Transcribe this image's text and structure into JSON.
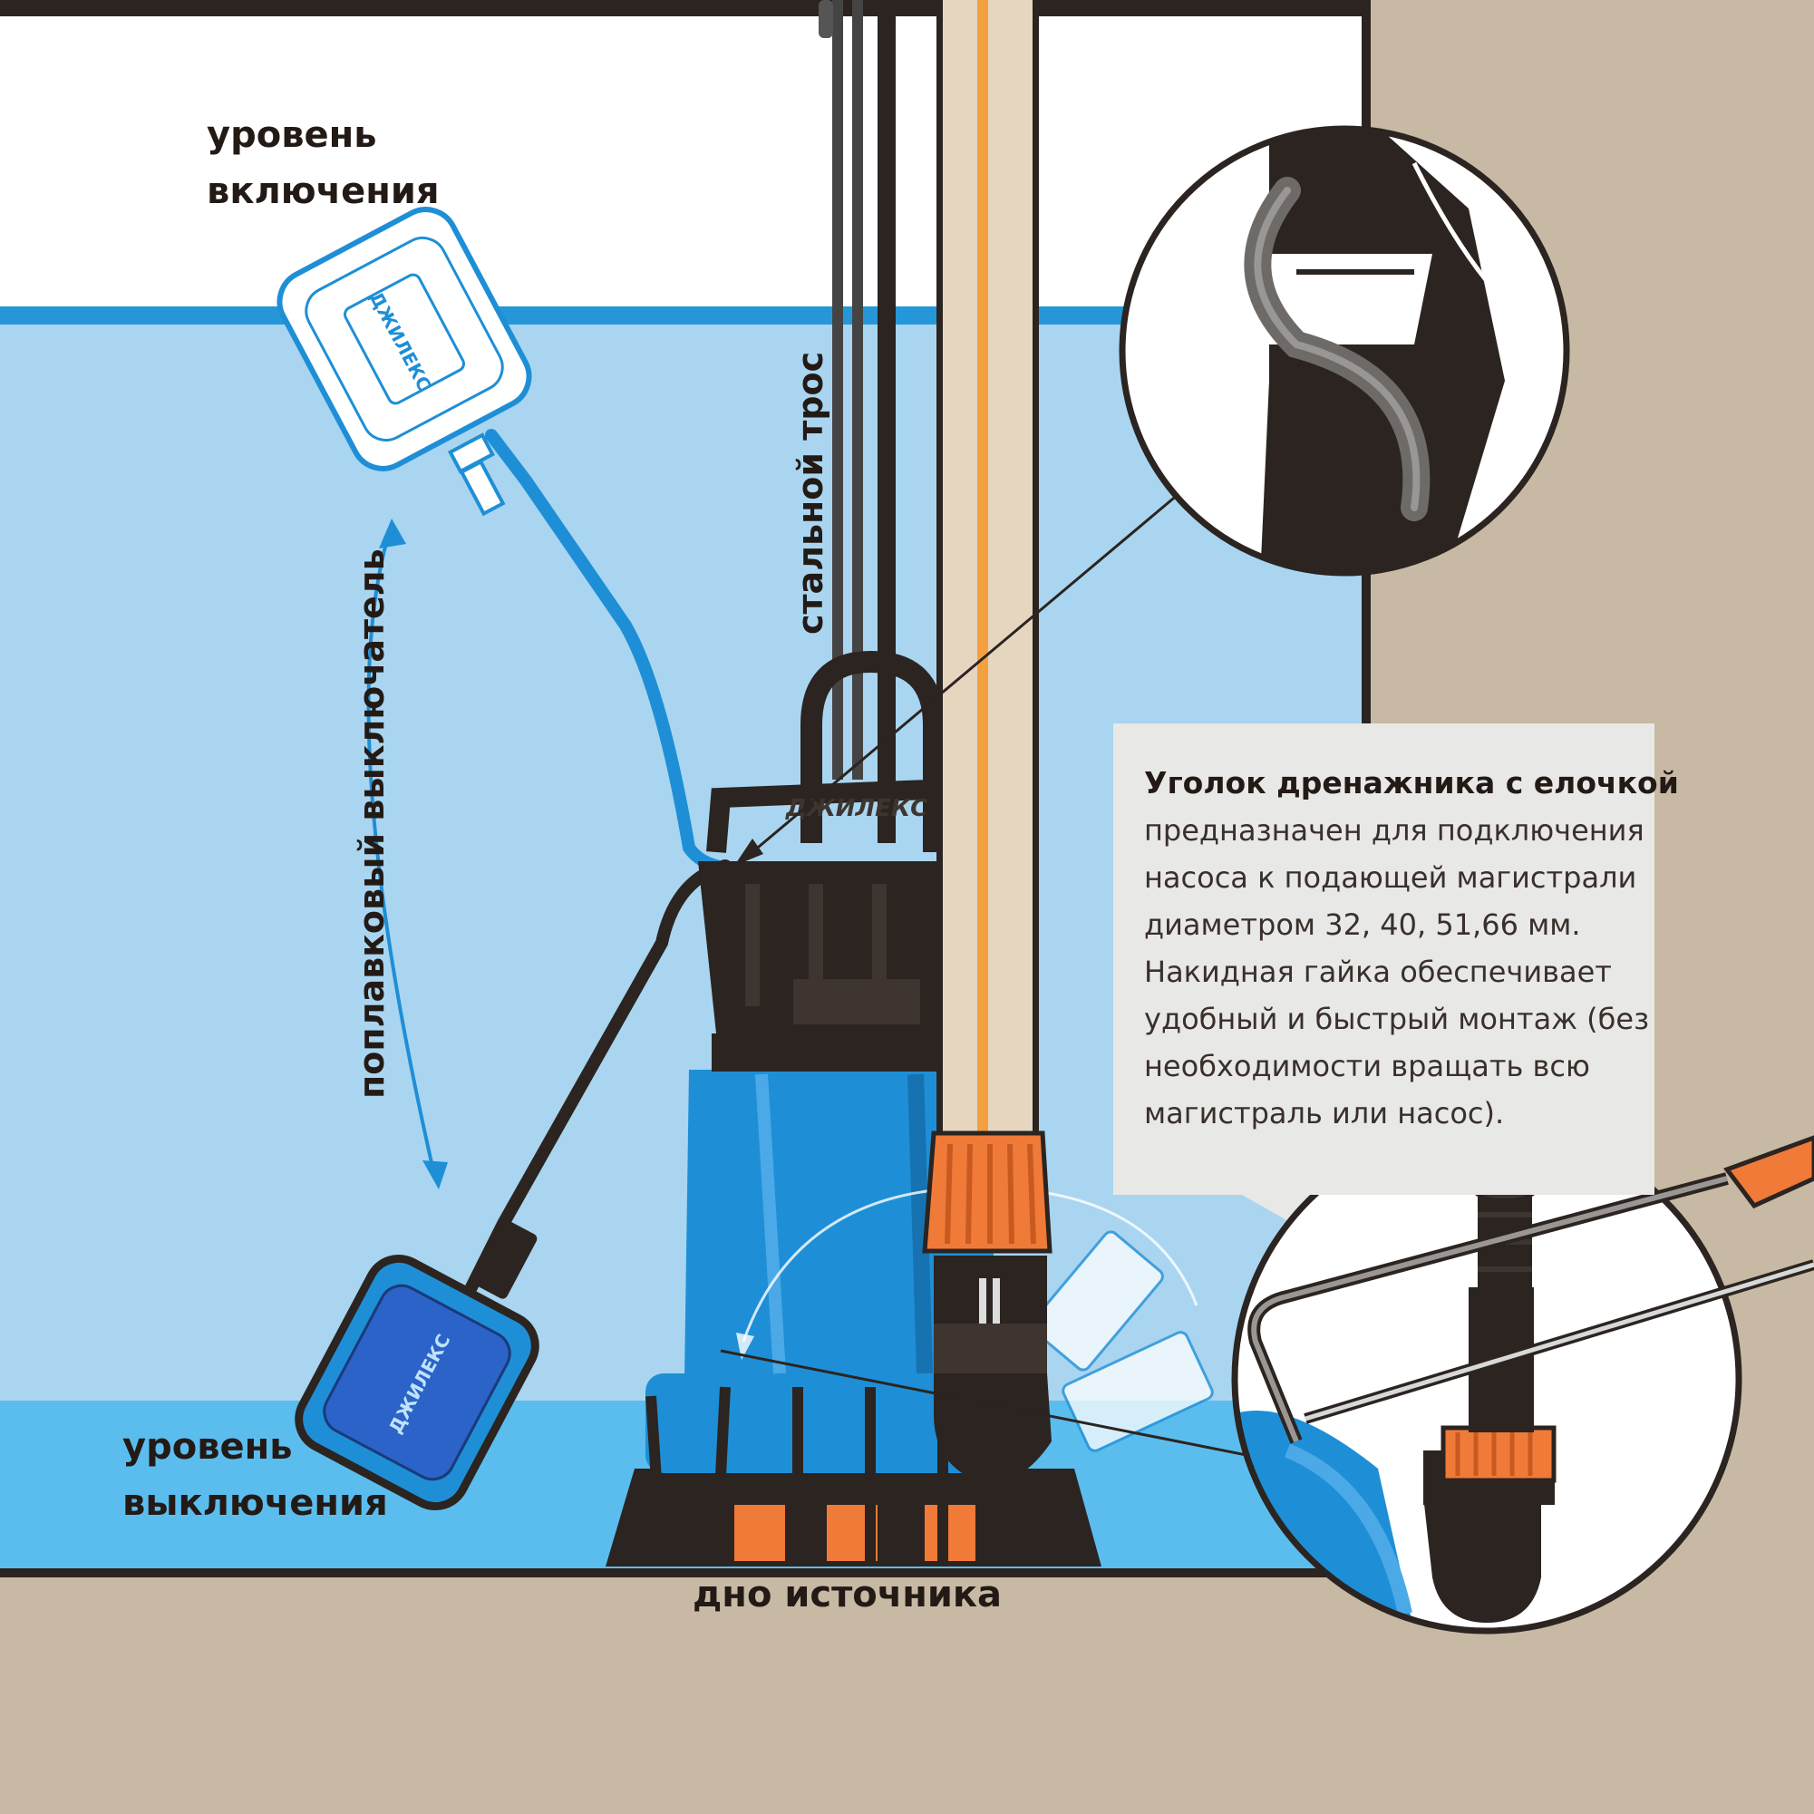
{
  "labels": {
    "on_level": [
      "уровень",
      "включения"
    ],
    "off_level": [
      "уровень",
      "выключения"
    ],
    "steel_cable": "стальной трос",
    "float_switch": "поплавковый выключатель",
    "source_bottom": "дно источника"
  },
  "info": {
    "title": "Уголок дренажника с елочкой",
    "lines": [
      "предназначен для подключения",
      "насоса к подающей магистрали",
      "диаметром 32, 40, 51,66 мм.",
      "Накидная гайка обеспечивает",
      "удобный и быстрый монтаж (без",
      "необходимости вращать всю",
      "магистраль или насос)."
    ]
  },
  "brand": "ДЖИЛЕКС",
  "colors": {
    "wall": "#c8b9a5",
    "water": "#a9d5f0",
    "water_deep": "#5bbdee",
    "pump_blue": "#1e8fd6",
    "pump_dark": "#2b2420",
    "accent_orange": "#f07a38",
    "pipe": "#e6d6c0",
    "info_bg": "#e8e8e6"
  }
}
